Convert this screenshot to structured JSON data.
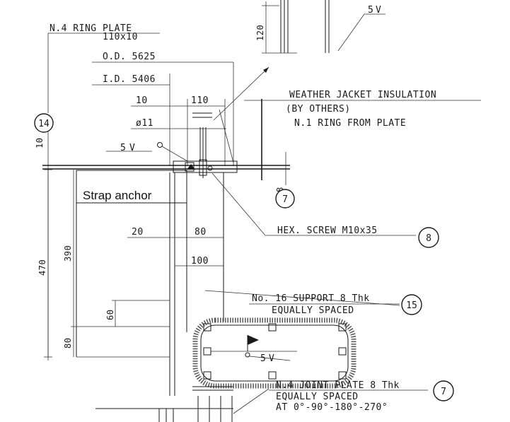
{
  "labels": {
    "ring_plate_title": "N.4 RING PLATE",
    "ring_plate_size": "110x10",
    "od": "O.D. 5625",
    "id": "I.D. 5406",
    "dim_10_top": "10",
    "dim_110": "110",
    "dia_11": "ø11",
    "weld_5_top": "5",
    "weather_jacket": "WEATHER JACKET INSULATION",
    "by_others": "(BY OTHERS)",
    "ring_from_plate": "N.1 RING FROM PLATE",
    "strap_anchor": "Strap anchor",
    "dim_20": "20",
    "dim_80_h": "80",
    "dim_100": "100",
    "hex_screw": "HEX. SCREW M10x35",
    "support": "No. 16 SUPPORT 8 Thk",
    "equally_spaced": "EQUALLY SPACED",
    "dim_470": "470",
    "dim_390": "390",
    "dim_60": "60",
    "dim_80_v": "80",
    "dim_120": "120",
    "dim_10_side": "10",
    "dim_8": "8",
    "weld_5_top_right": "5",
    "weld_5_bottom": "5",
    "joint_plate": "N.4 JOINT PLATE 8 Thk",
    "equally_spaced_2": "EQUALLY SPACED",
    "angles": "AT 0°-90°-180°-270°"
  },
  "callouts": {
    "c14": "14",
    "c7_top": "7",
    "c8": "8",
    "c15": "15",
    "c7_bottom": "7"
  }
}
